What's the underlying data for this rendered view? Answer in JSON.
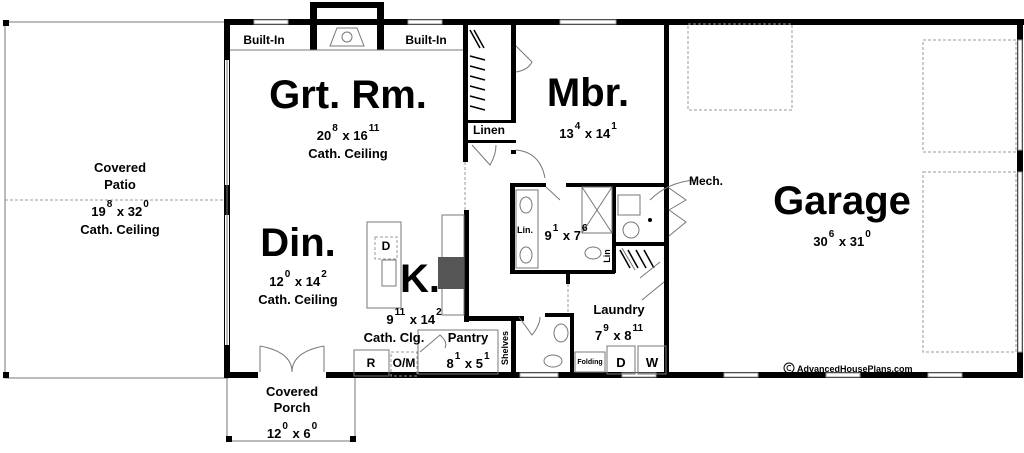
{
  "rooms": {
    "great_room": {
      "name": "Grt. Rm.",
      "w": "20",
      "w_in": "8",
      "h": "16",
      "h_in": "11",
      "note": "Cath. Ceiling"
    },
    "master_bedroom": {
      "name": "Mbr.",
      "w": "13",
      "w_in": "4",
      "h": "14",
      "h_in": "1"
    },
    "covered_patio": {
      "name1": "Covered",
      "name2": "Patio",
      "w": "19",
      "w_in": "8",
      "h": "32",
      "h_in": "0",
      "note": "Cath. Ceiling"
    },
    "dining": {
      "name": "Din.",
      "w": "12",
      "w_in": "0",
      "h": "14",
      "h_in": "2",
      "note": "Cath. Ceiling"
    },
    "kitchen": {
      "name": "K.",
      "w": "9",
      "w_in": "11",
      "h": "14",
      "h_in": "2",
      "note": "Cath. Clg."
    },
    "pantry": {
      "name": "Pantry",
      "w": "8",
      "w_in": "1",
      "h": "5",
      "h_in": "1"
    },
    "bath": {
      "w": "9",
      "w_in": "1",
      "h": "7",
      "h_in": "6"
    },
    "laundry": {
      "name": "Laundry",
      "w": "7",
      "w_in": "9",
      "h": "8",
      "h_in": "11"
    },
    "garage": {
      "name": "Garage",
      "w": "30",
      "w_in": "6",
      "h": "31",
      "h_in": "0"
    },
    "covered_porch": {
      "name1": "Covered",
      "name2": "Porch",
      "w": "12",
      "w_in": "0",
      "h": "6",
      "h_in": "0"
    }
  },
  "labels": {
    "built_in_left": "Built-In",
    "built_in_right": "Built-In",
    "linen": "Linen",
    "lin_bath": "Lin.",
    "lin_small": "Lin",
    "mech": "Mech.",
    "shelves": "Shelves",
    "refrigerator": "R",
    "oven_microwave": "O/M",
    "dishwasher": "D",
    "folding": "Folding",
    "dryer": "D",
    "washer": "W",
    "dim_sep": " x "
  },
  "watermark": "AdvancedHousePlans.com",
  "colors": {
    "wall": "#000000",
    "fixture": "#777777",
    "dashed": "#999999"
  }
}
